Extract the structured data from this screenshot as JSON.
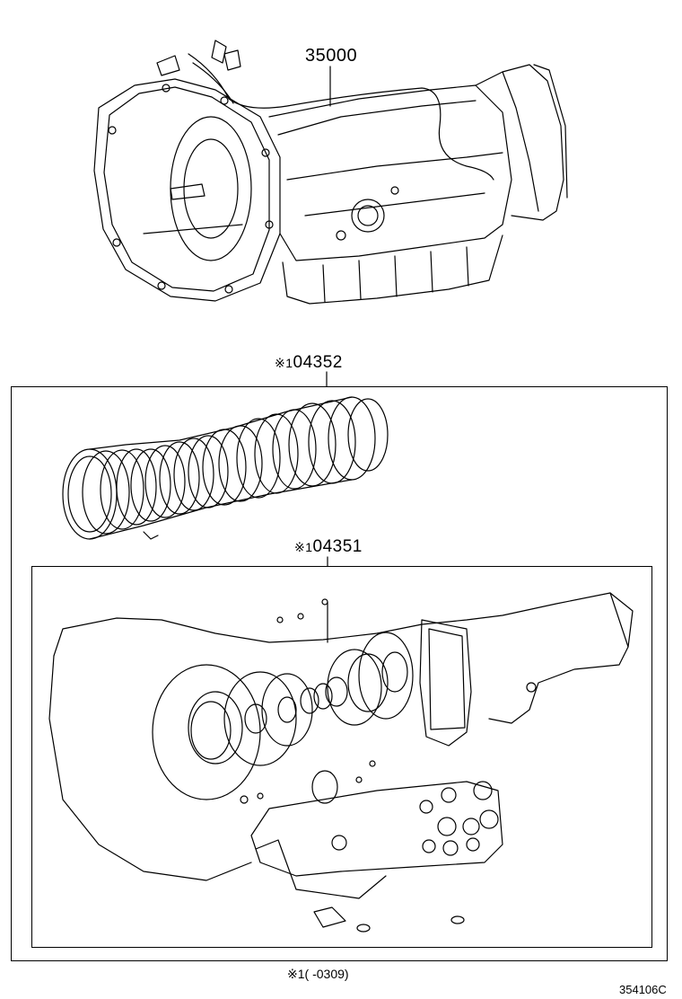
{
  "callouts": {
    "assembly": {
      "part_no": "35000"
    },
    "gasket_kit_outer": {
      "mark": "※1",
      "part_no": "04352"
    },
    "gasket_kit_inner": {
      "mark": "※1",
      "part_no": "04351"
    }
  },
  "footnote": {
    "mark": "※1",
    "text": "(     -0309)"
  },
  "diagram_code": "354106C"
}
